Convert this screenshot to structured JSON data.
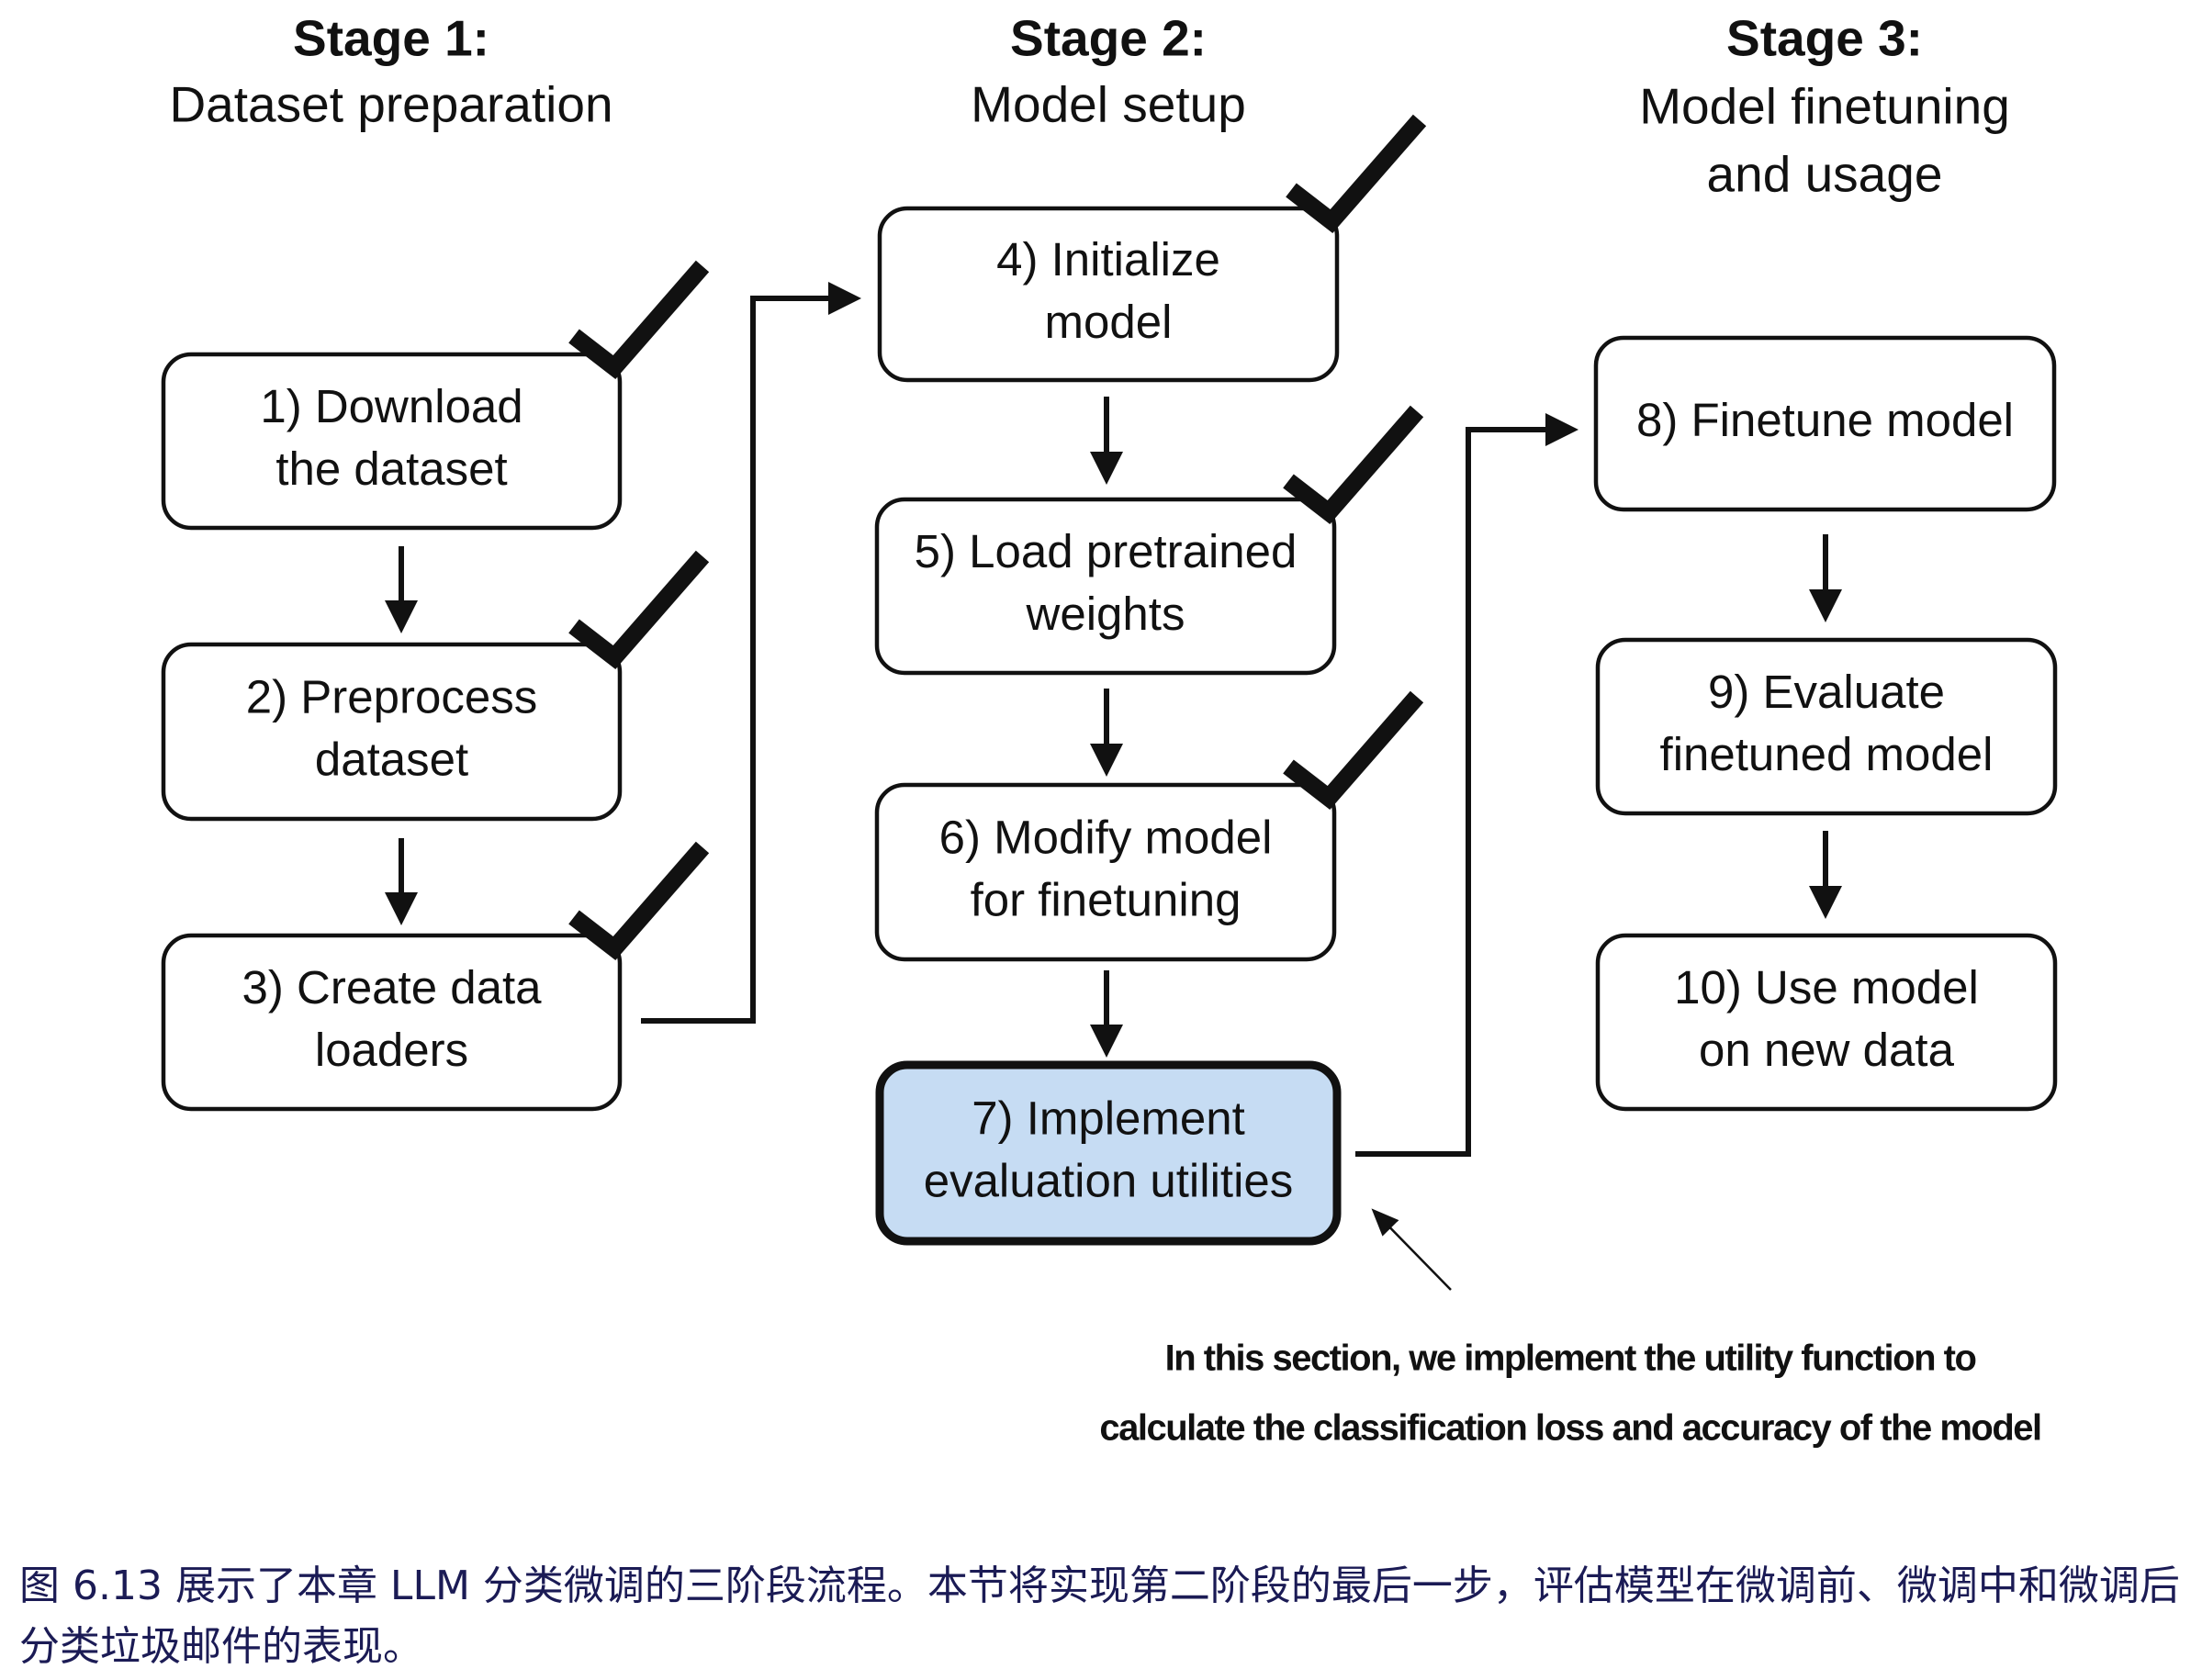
{
  "stages": [
    {
      "title": "Stage 1:",
      "subtitle": [
        "Dataset preparation"
      ]
    },
    {
      "title": "Stage 2:",
      "subtitle": [
        "Model setup"
      ]
    },
    {
      "title": "Stage 3:",
      "subtitle": [
        "Model finetuning",
        "and usage"
      ]
    }
  ],
  "steps": [
    {
      "lines": [
        "1) Download",
        "the dataset"
      ],
      "completed": true
    },
    {
      "lines": [
        "2) Preprocess",
        "dataset"
      ],
      "completed": true
    },
    {
      "lines": [
        "3) Create data",
        "loaders"
      ],
      "completed": true
    },
    {
      "lines": [
        "4) Initialize",
        "model"
      ],
      "completed": true
    },
    {
      "lines": [
        "5) Load pretrained",
        "weights"
      ],
      "completed": true
    },
    {
      "lines": [
        "6) Modify model",
        "for finetuning"
      ],
      "completed": true
    },
    {
      "lines": [
        "7) Implement",
        "evaluation utilities"
      ],
      "completed": false,
      "highlighted": true
    },
    {
      "lines": [
        "8) Finetune model"
      ],
      "completed": false
    },
    {
      "lines": [
        "9) Evaluate",
        "finetuned model"
      ],
      "completed": false
    },
    {
      "lines": [
        "10) Use model",
        "on new data"
      ],
      "completed": false
    }
  ],
  "annotation": [
    "In this section, we implement the utility function to",
    "calculate the classification loss and accuracy of the model"
  ],
  "caption": "图 6.13 展示了本章 LLM 分类微调的三阶段流程。本节将实现第二阶段的最后一步，评估模型在微调前、微调中和微调后分类垃圾邮件的表现。",
  "colors": {
    "highlight_fill": "#c6dcf3",
    "caption_text": "#1b1b55"
  }
}
